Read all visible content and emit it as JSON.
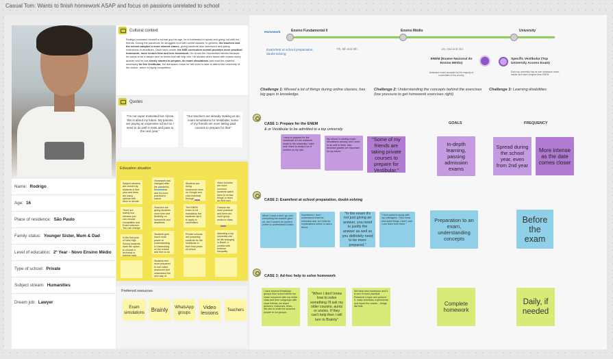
{
  "board_title": "Casual Tom: Wants to finish homework ASAP and focus on passions unrelated to school",
  "profile": {
    "name_label": "Name:",
    "name": "Rodrigo",
    "age_label": "Age:",
    "age": "16",
    "place_label": "Place of residence:",
    "place": "São Paulo",
    "family_label": "Family status:",
    "family": "Younger Sister, Mum & Dad",
    "education_label": "Level of education:",
    "education": "2º Year - Novo Ensino Médio",
    "school_label": "Type of school:",
    "school": "Private",
    "stream_label": "Subject stream:",
    "stream": "Humanities",
    "dream_label": "Dream job:",
    "dream": "Lawyer"
  },
  "cultural": {
    "title": "Cultural context",
    "p1": "Rodrigo considers himself a normal guy his age, he is interested in sports and going out with his friends. During the pandemic he struggled a lot with online classes, in general,",
    "b1": "his teachers and the school adopted a more relaxed stance,",
    "p2": "giving students less homework and giving extensions to deadlines. Once back onsite,",
    "b2": "his NSE curriculum overall provides more practical homework, more lecture time and less homework.",
    "p3": "He chose the Humanities stream because he wants to be a lawyer and he thinks that will help him. He studies when faced with exams every quarter and he has",
    "b3": "slowly started to prepare, do exam simulations",
    "p4": "and read the material necessary",
    "b4": "for the Vestibular,",
    "p5": "the admission exam he will need to take to attend the university of his choice, which is highly competitive."
  },
  "quotes": {
    "title": "Quotes",
    "q1": "\"I'm not super motivated but I know this is about my future. My parents are paying an expensive school so I need to do well in tests and pass to the next year.\"",
    "q2": "\"Our teachers are already making us do exam simulations for Vestibular, some of my friends are even taking paid courses to prepare for that\""
  },
  "education_situation": {
    "title": "Education situation",
    "notes": [
      "Subject streams are chosen by students in first year and there are many options with them to decide and their future choices.",
      "Homework has changed after the pandemic, there is less and it's more practical in nature.",
      "Students are doing homework more on Google and chat channels through WhatsApp.",
      "Video lectures are more common, students watch them to review things or learn on their own.",
      "There are mainly two streams you can choose: Humanities and Exact sciences. You can change stream each year.",
      "Teachers are giving students more time and flexibility on homework and deadlines.",
      "The ENEM exam is not mandatory but students use it to apply to universities.",
      "Classes are more practical and there are more group works in class.",
      "In the first year of New High School students have the option to choose a technical or training path.",
      "Students give much more power to understanding & researching on the exams and then to do things homework.",
      "Private schools are preparing students for the Vestibular in their final years of school.",
      "Attending a top university can be life changing in Brazil, a contest with extreme inequality.",
      "",
      "Students feel more prepared to use online resources and understand the new way of doing.",
      "",
      ""
    ]
  },
  "resources": {
    "title": "Preferred resources",
    "items": [
      "Exam simulations",
      "Brainly",
      "WhatsApp groups",
      "Video lessons",
      "Teachers"
    ]
  },
  "timeline": {
    "homework": "Homework",
    "ef2": "Ensino Fundamental II",
    "em": "Ensino Médio",
    "uni": "University",
    "ef2_years": "7th, 8th and 9th",
    "em_years": "1st, 2nd and 3rd",
    "exam_label": "Exam/test at school preparation, doubt-solving",
    "enem_title": "ENEM (Exame Nacional do Ensino Médio)",
    "enem_sub": "Admission exam accepted by the majority of universities in the country",
    "vest_title": "Specific Vestibular (Top University Access Exam)",
    "vest_sub": "Each top university has its own admission exam, harder and more complex than ENEM"
  },
  "challenges": {
    "c1_label": "Challenge 1:",
    "c1": "Missed a lot of things during online classes, has big gaps in knowledge.",
    "c2_label": "Challenge 2:",
    "c2": "Understanding the concepts behind the exercises (low pressure to get homework exercises right)",
    "c3_label": "Challenge 3:",
    "c3": "Learning disabilities"
  },
  "columns": {
    "goals": "GOALS",
    "frequency": "FREQUENCY"
  },
  "case1": {
    "title": "CASE 1: Prepare for the ENEM",
    "subtitle": "& or Vestibular to be admitted to a top university",
    "notes": [
      "I need to prepare for the Vestibular, it's the entrance exam to the university I want and I have to study a lot of content on my own.",
      "My school is starting exam simulations already and I want to do well in them, also because grades are important for my future.",
      "\"Some of my friends are taking private courses to prepare for Vestibular.\""
    ],
    "goal": "In-depth learning, passing admission exams",
    "frequency1": "Spread during the school year, even from 2nd year",
    "frequency2": "More intense as the date comes closer"
  },
  "case2": {
    "title": "CASE 2: Exam/test at school preparation, doubt-solving",
    "notes": [
      "When I have a test I go over everything the teacher gave us, and I search for content online to understand it better.",
      "Sometimes I don't understand what the exercises ask, so I look for explanations online or ask a friend.",
      "\"In the exam it's not just giving an answer, you need to justify the answer as well so you definitely need to be more prepared.\"",
      "\"I find useful to study with my colleagues. They know and solve things I don't, and I can learn from them.\""
    ],
    "goal": "Preparation to an exam, understanding concepts",
    "frequency": "Before the exam"
  },
  "case3": {
    "title": "CASE 3: Ad-hoc help to solve homework",
    "notes": [
      "I have several WhatsApp groups from school where we share resources with my entire class and then subgroups with close friends, we share answers, resources, tests... We aim to invite the smartest people to our groups.",
      "\"When I don't know how to solve something I'll ask my older cousins, aunts or uncles. If they can't help then I will turn to Brainly\"",
      "We have less homework and it is sort of more practical. Research a topic and present it, make chemistry experiments and report the results... things like that."
    ],
    "goal": "Complete homework",
    "frequency": "Daily, if needed"
  },
  "colors": {
    "yellow": "#f4e453",
    "purple": "#b07bd0",
    "blue": "#8fd0e8",
    "green": "#d9ea79",
    "timeline": "#8fce5a"
  }
}
